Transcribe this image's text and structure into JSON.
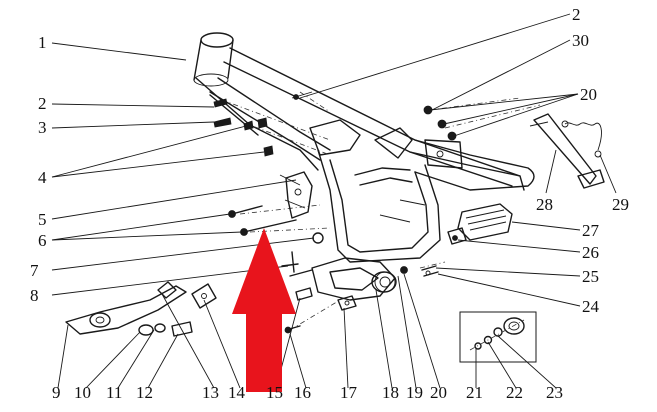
{
  "diagram": {
    "arrow_color": "#e8141c",
    "callouts": [
      {
        "id": "c1",
        "text": "1"
      },
      {
        "id": "c2a",
        "text": "2"
      },
      {
        "id": "c2b",
        "text": "2"
      },
      {
        "id": "c30",
        "text": "30"
      },
      {
        "id": "c20a",
        "text": "20"
      },
      {
        "id": "c3",
        "text": "3"
      },
      {
        "id": "c4",
        "text": "4"
      },
      {
        "id": "c5",
        "text": "5"
      },
      {
        "id": "c6",
        "text": "6"
      },
      {
        "id": "c7",
        "text": "7"
      },
      {
        "id": "c8",
        "text": "8"
      },
      {
        "id": "c27",
        "text": "27"
      },
      {
        "id": "c26",
        "text": "26"
      },
      {
        "id": "c25",
        "text": "25"
      },
      {
        "id": "c24",
        "text": "24"
      },
      {
        "id": "c28",
        "text": "28"
      },
      {
        "id": "c29",
        "text": "29"
      },
      {
        "id": "c9",
        "text": "9"
      },
      {
        "id": "c10",
        "text": "10"
      },
      {
        "id": "c11",
        "text": "11"
      },
      {
        "id": "c12",
        "text": "12"
      },
      {
        "id": "c13",
        "text": "13"
      },
      {
        "id": "c14",
        "text": "14"
      },
      {
        "id": "c15",
        "text": "15"
      },
      {
        "id": "c16",
        "text": "16"
      },
      {
        "id": "c17",
        "text": "17"
      },
      {
        "id": "c18",
        "text": "18"
      },
      {
        "id": "c19",
        "text": "19"
      },
      {
        "id": "c20b",
        "text": "20"
      },
      {
        "id": "c21",
        "text": "21"
      },
      {
        "id": "c22",
        "text": "22"
      },
      {
        "id": "c23",
        "text": "23"
      }
    ]
  }
}
